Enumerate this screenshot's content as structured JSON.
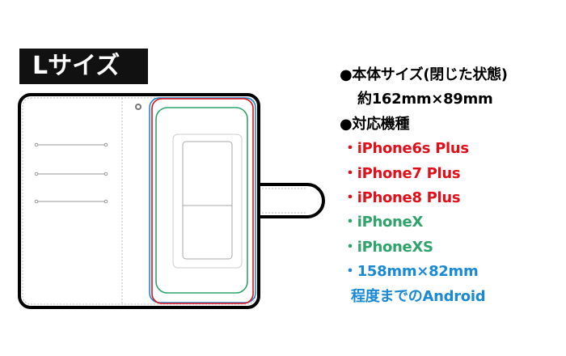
{
  "title": "Lサイズ",
  "specs": {
    "body_size_heading": "●本体サイズ(閉じた状態)",
    "body_size_value": "約162mm×89mm",
    "compatible_heading": "●対応機種",
    "models": [
      {
        "text": "・iPhone6s Plus",
        "color": "#e0101a"
      },
      {
        "text": "・iPhone7 Plus",
        "color": "#e0101a"
      },
      {
        "text": "・iPhone8 Plus",
        "color": "#e0101a"
      },
      {
        "text": "・iPhoneX",
        "color": "#2ea36a"
      },
      {
        "text": "・iPhoneXS",
        "color": "#2ea36a"
      },
      {
        "text": "・158mm×82mm",
        "color": "#1a8ad4"
      }
    ],
    "android_line": "程度までのAndroid"
  },
  "colors": {
    "red": "#e0101a",
    "green": "#2ea36a",
    "blue": "#1a8ad4"
  }
}
